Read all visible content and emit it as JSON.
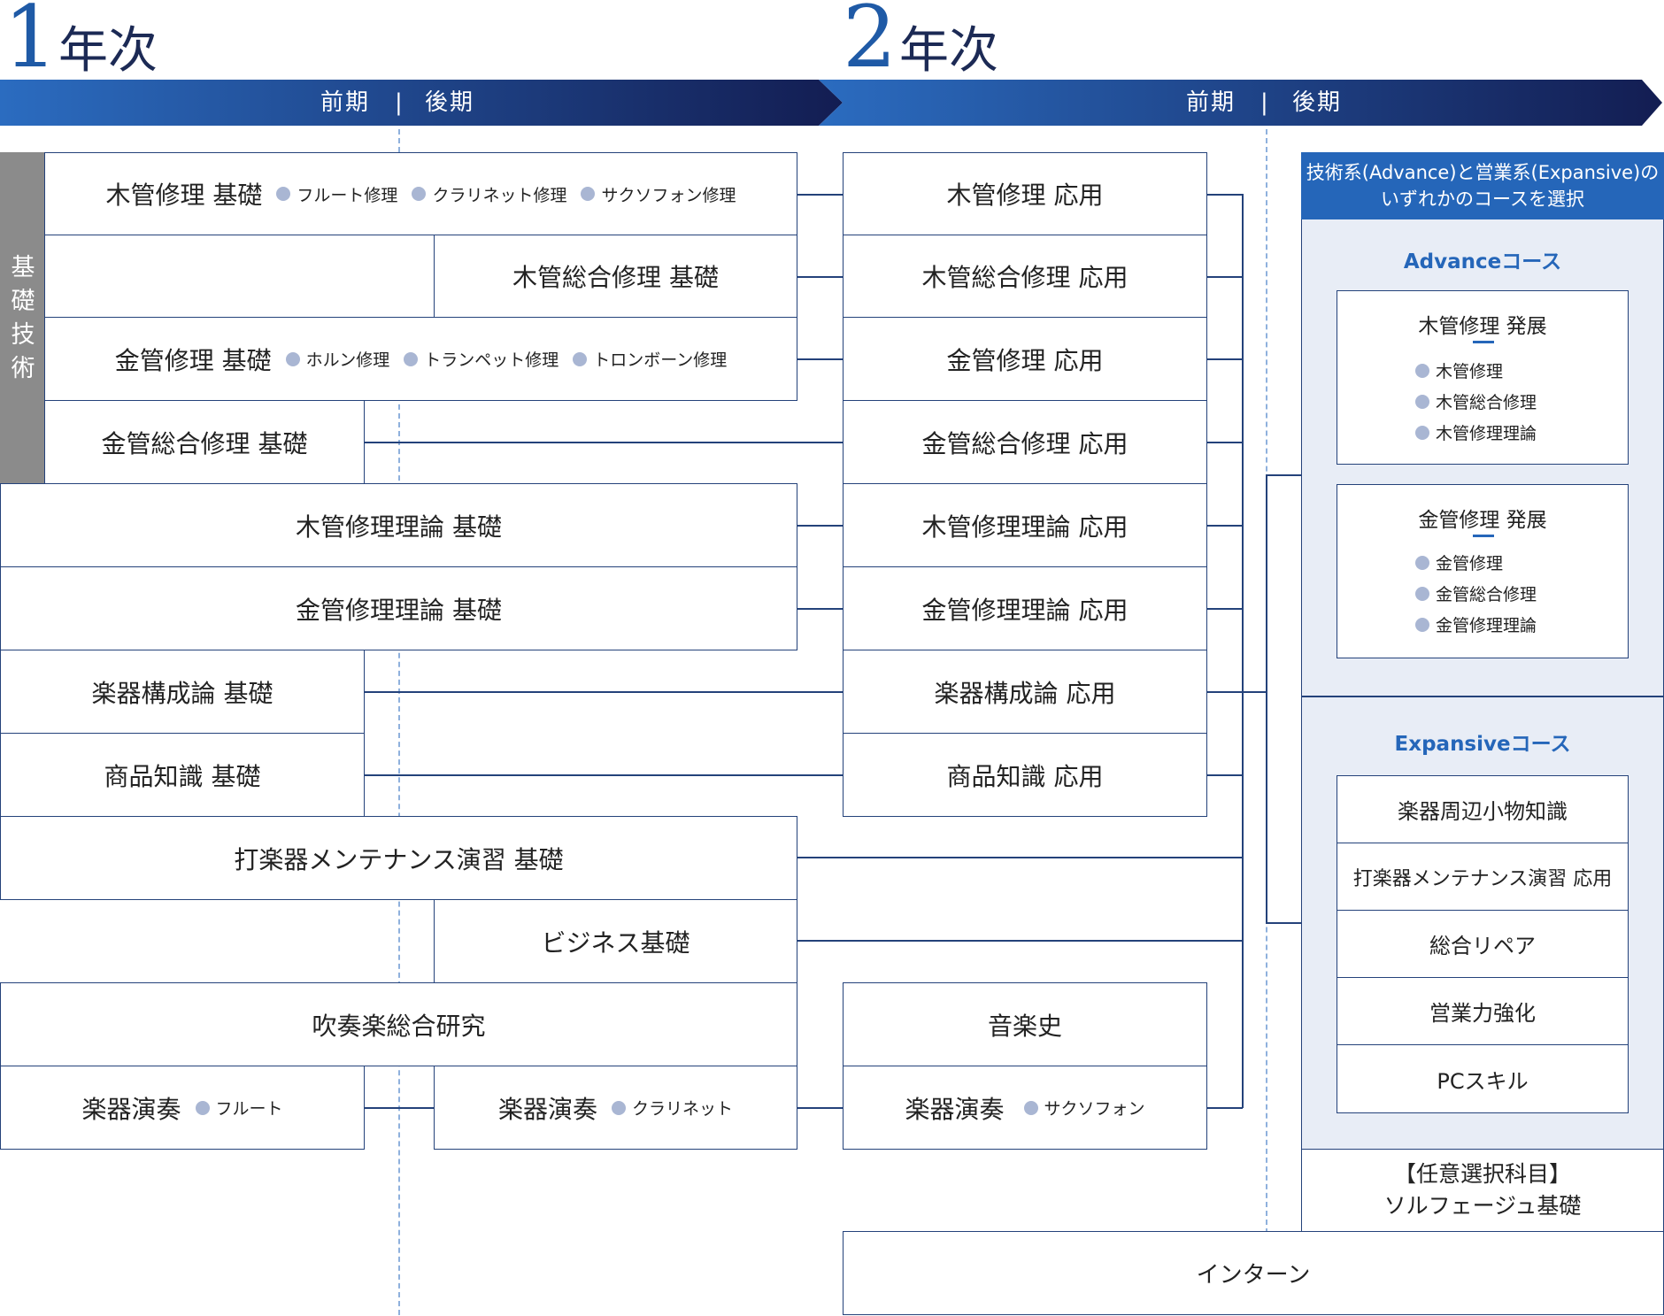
{
  "year1": {
    "num": "1",
    "label": "年次"
  },
  "year2": {
    "num": "2",
    "label": "年次"
  },
  "band": {
    "first_half": "前期",
    "sep": "|",
    "second_half": "後期"
  },
  "side_label": [
    "基",
    "礎",
    "技",
    "術"
  ],
  "year1_subjects": {
    "mokkan": {
      "title": "木管修理 基礎",
      "subs": [
        "フルート修理",
        "クラリネット修理",
        "サクソフォン修理"
      ]
    },
    "mokkan_sogo": {
      "title": "木管総合修理 基礎"
    },
    "kinkan": {
      "title": "金管修理 基礎",
      "subs": [
        "ホルン修理",
        "トランペット修理",
        "トロンボーン修理"
      ]
    },
    "kinkan_sogo": {
      "title": "金管総合修理 基礎"
    },
    "mokkan_riron": {
      "title": "木管修理理論 基礎"
    },
    "kinkan_riron": {
      "title": "金管修理理論 基礎"
    },
    "gakki_kosei": {
      "title": "楽器構成論 基礎"
    },
    "shohin": {
      "title": "商品知識 基礎"
    },
    "dagakki": {
      "title": "打楽器メンテナンス演習 基礎"
    },
    "business": {
      "title": "ビジネス基礎"
    },
    "suisogaku": {
      "title": "吹奏楽総合研究"
    },
    "ensou1": {
      "title": "楽器演奏",
      "sub": "フルート"
    },
    "ensou2": {
      "title": "楽器演奏",
      "sub": "クラリネット"
    }
  },
  "year2_subjects": {
    "mokkan": {
      "title": "木管修理 応用"
    },
    "mokkan_sogo": {
      "title": "木管総合修理 応用"
    },
    "kinkan": {
      "title": "金管修理 応用"
    },
    "kinkan_sogo": {
      "title": "金管総合修理 応用"
    },
    "mokkan_riron": {
      "title": "木管修理理論 応用"
    },
    "kinkan_riron": {
      "title": "金管修理理論 応用"
    },
    "gakki_kosei": {
      "title": "楽器構成論 応用"
    },
    "shohin": {
      "title": "商品知識 応用"
    },
    "ongakushi": {
      "title": "音楽史"
    },
    "ensou": {
      "title": "楽器演奏",
      "sub": "サクソフォン"
    }
  },
  "course_panel": {
    "header_line1": "技術系(Advance)と営業系(Expansive)の",
    "header_line2": "いずれかのコースを選択",
    "advance": {
      "title": "Advanceコース",
      "mokkan": {
        "title": "木管修理 発展",
        "items": [
          "木管修理",
          "木管総合修理",
          "木管修理理論"
        ]
      },
      "kinkan": {
        "title": "金管修理 発展",
        "items": [
          "金管修理",
          "金管総合修理",
          "金管修理理論"
        ]
      }
    },
    "expansive": {
      "title": "Expansiveコース",
      "items": [
        "楽器周辺小物知識",
        "打楽器メンテナンス演習 応用",
        "総合リペア",
        "営業力強化",
        "PCスキル"
      ]
    },
    "elective_line1": "【任意選択科目】",
    "elective_line2": "ソルフェージュ基礎"
  },
  "internship": "インターン",
  "colors": {
    "border": "#24427a",
    "accent": "#2566b9",
    "band_start": "#2b6cc0",
    "band_end": "#131d52",
    "panel_bg": "#e8edf6",
    "side_bg": "#8b8b8b",
    "dot": "#a9b6d3"
  }
}
